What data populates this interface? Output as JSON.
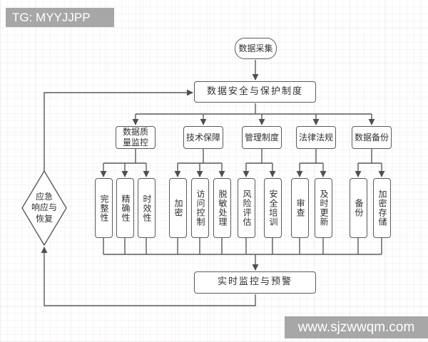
{
  "watermarks": {
    "top_left": "TG: MYYJJPP",
    "bottom_right": "www.sjzwwqm.com"
  },
  "flow": {
    "start": "数据采集",
    "policy": "数据安全与保护制度",
    "monitor": "实时监控与预警",
    "emergency": {
      "label": "应急响应与恢复",
      "lines": [
        "应急",
        "响应与",
        "恢复"
      ]
    },
    "categories": [
      {
        "label": "数据质量监控",
        "items": [
          "完整性",
          "精确性",
          "时效性"
        ]
      },
      {
        "label": "技术保障",
        "items": [
          "加密",
          "访问控制",
          "脱敏处理"
        ]
      },
      {
        "label": "管理制度",
        "items": [
          "风险评估",
          "安全培训"
        ]
      },
      {
        "label": "法律法规",
        "items": [
          "审查",
          "及时更新"
        ]
      },
      {
        "label": "数据备份",
        "items": [
          "备份",
          "加密存储"
        ]
      }
    ]
  },
  "colors": {
    "line": "#5a5a5a",
    "node_border": "#5a5a5a",
    "node_bg": "#ffffff",
    "text": "#2f2f2f",
    "watermark_bg": "#a7a7a7",
    "watermark_text": "#ffffff"
  }
}
